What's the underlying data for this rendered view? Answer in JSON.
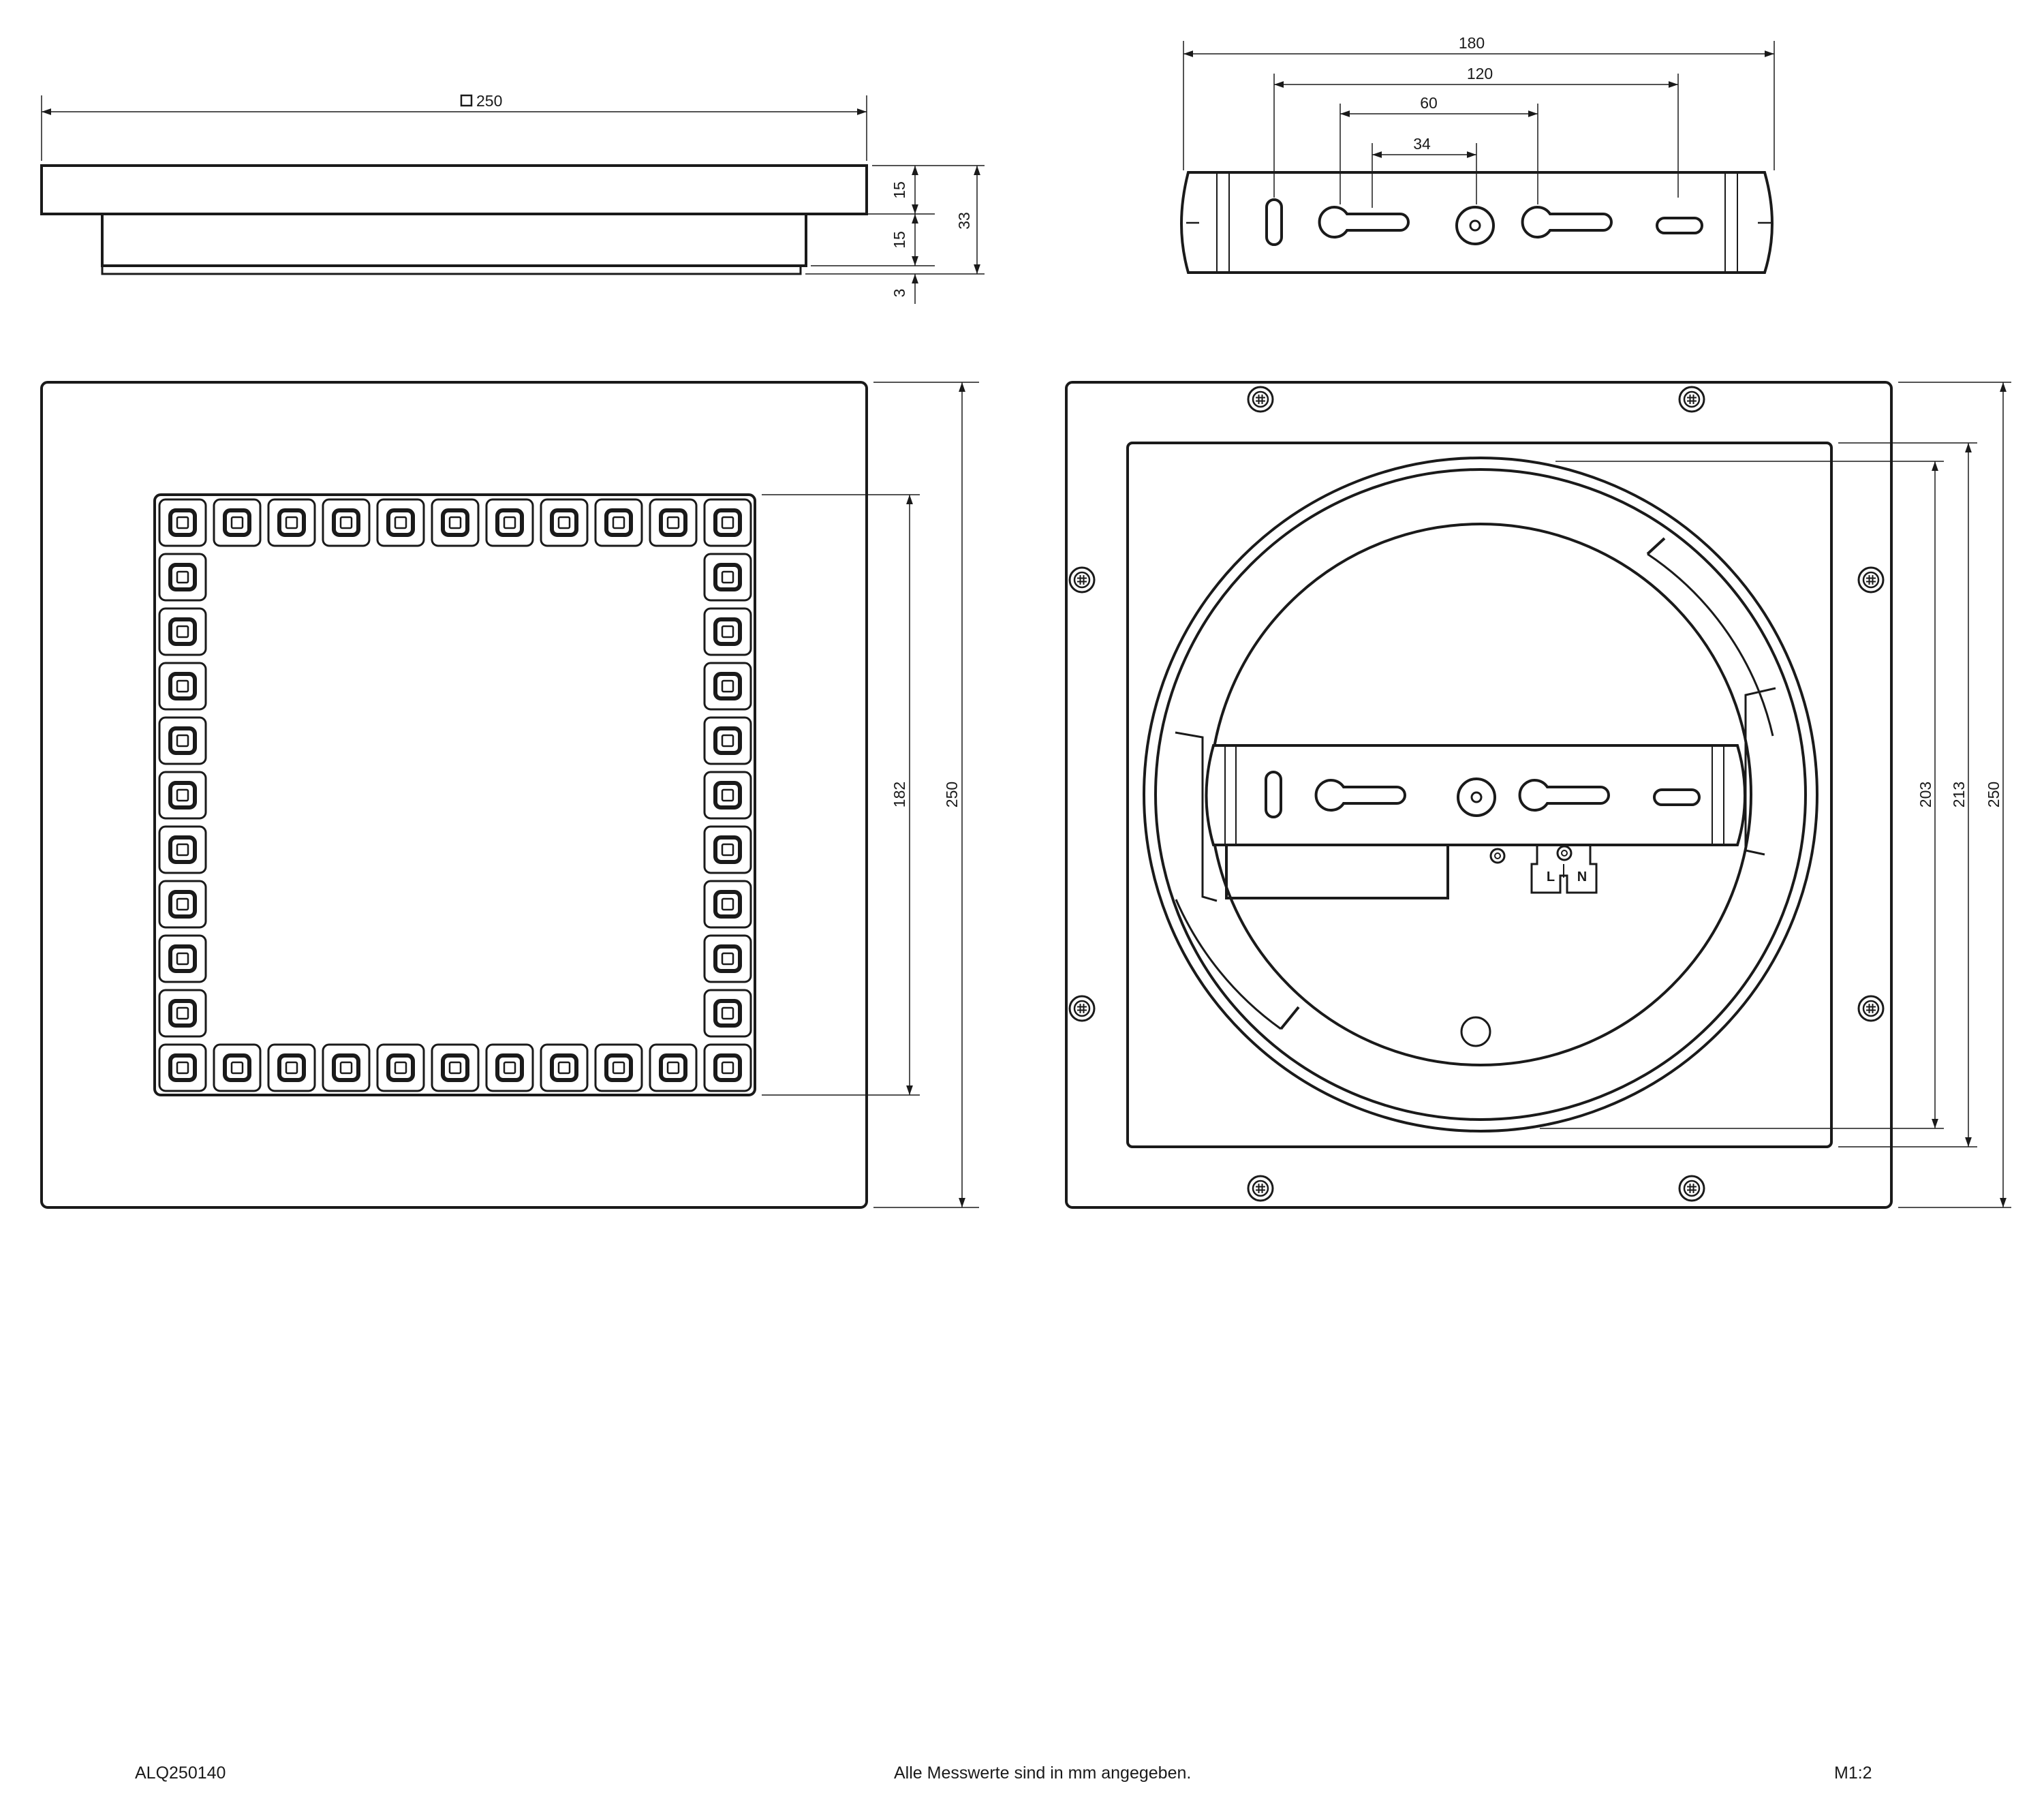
{
  "dimensions": {
    "side_width": "250",
    "side_height_top": "15",
    "side_height_mid": "15",
    "side_height_bottom": "3",
    "side_total": "33",
    "bracket_180": "180",
    "bracket_120": "120",
    "bracket_60": "60",
    "bracket_34": "34",
    "front_led": "182",
    "front_total": "250",
    "back_203": "203",
    "back_213": "213",
    "back_250": "250"
  },
  "terminal": {
    "live": "L",
    "neutral": "N"
  },
  "footer": {
    "article_number": "ALQ250140",
    "note": "Alle Messwerte sind in mm angegeben.",
    "scale": "M1:2"
  }
}
